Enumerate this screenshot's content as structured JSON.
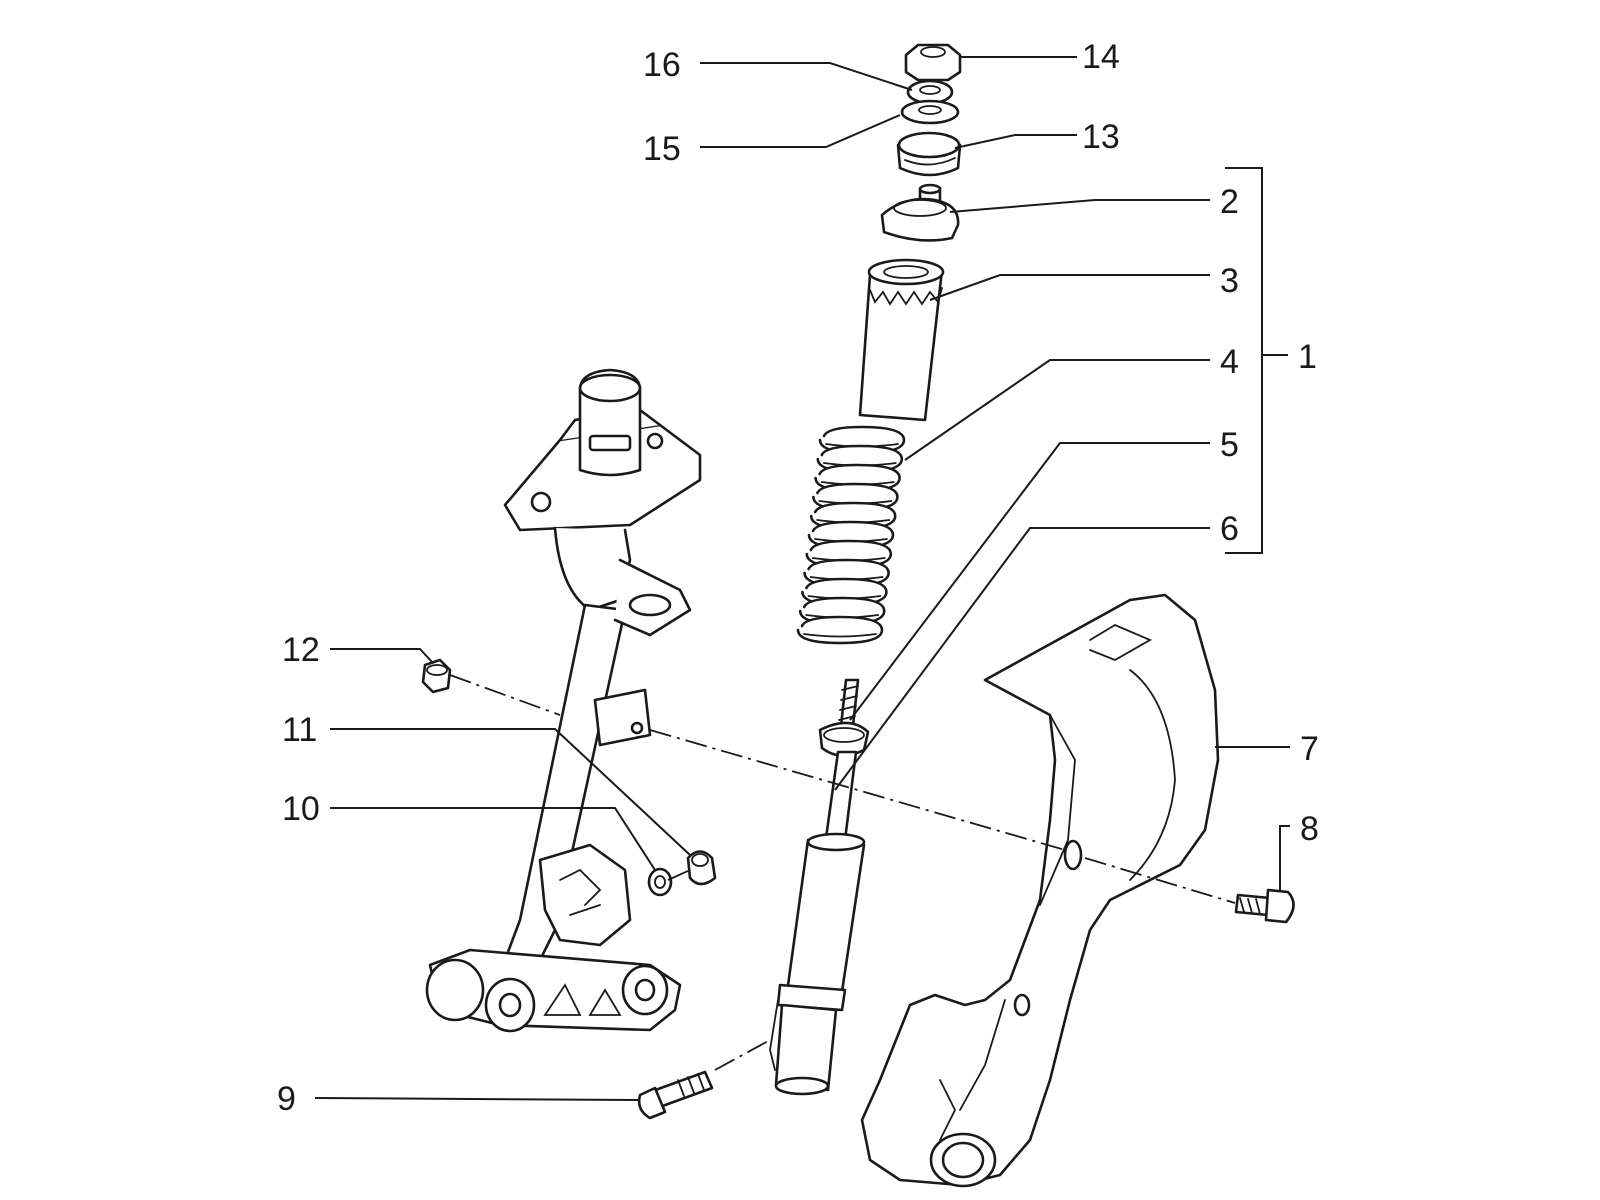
{
  "callouts": [
    {
      "id": "1",
      "label": "1",
      "part": "rear-shock-absorber-assembly"
    },
    {
      "id": "2",
      "label": "2",
      "part": "upper-spring-seat"
    },
    {
      "id": "3",
      "label": "3",
      "part": "dust-cover-sleeve"
    },
    {
      "id": "4",
      "label": "4",
      "part": "coil-spring"
    },
    {
      "id": "5",
      "label": "5",
      "part": "lower-spring-seat"
    },
    {
      "id": "6",
      "label": "6",
      "part": "shock-damper-rod"
    },
    {
      "id": "7",
      "label": "7",
      "part": "engine-swing-arm-housing"
    },
    {
      "id": "8",
      "label": "8",
      "part": "housing-bolt"
    },
    {
      "id": "9",
      "label": "9",
      "part": "lower-mount-bolt"
    },
    {
      "id": "10",
      "label": "10",
      "part": "washer"
    },
    {
      "id": "11",
      "label": "11",
      "part": "bushing"
    },
    {
      "id": "12",
      "label": "12",
      "part": "nut"
    },
    {
      "id": "13",
      "label": "13",
      "part": "upper-rubber-bushing"
    },
    {
      "id": "14",
      "label": "14",
      "part": "top-nut"
    },
    {
      "id": "15",
      "label": "15",
      "part": "lock-washer"
    },
    {
      "id": "16",
      "label": "16",
      "part": "flat-washer"
    }
  ]
}
